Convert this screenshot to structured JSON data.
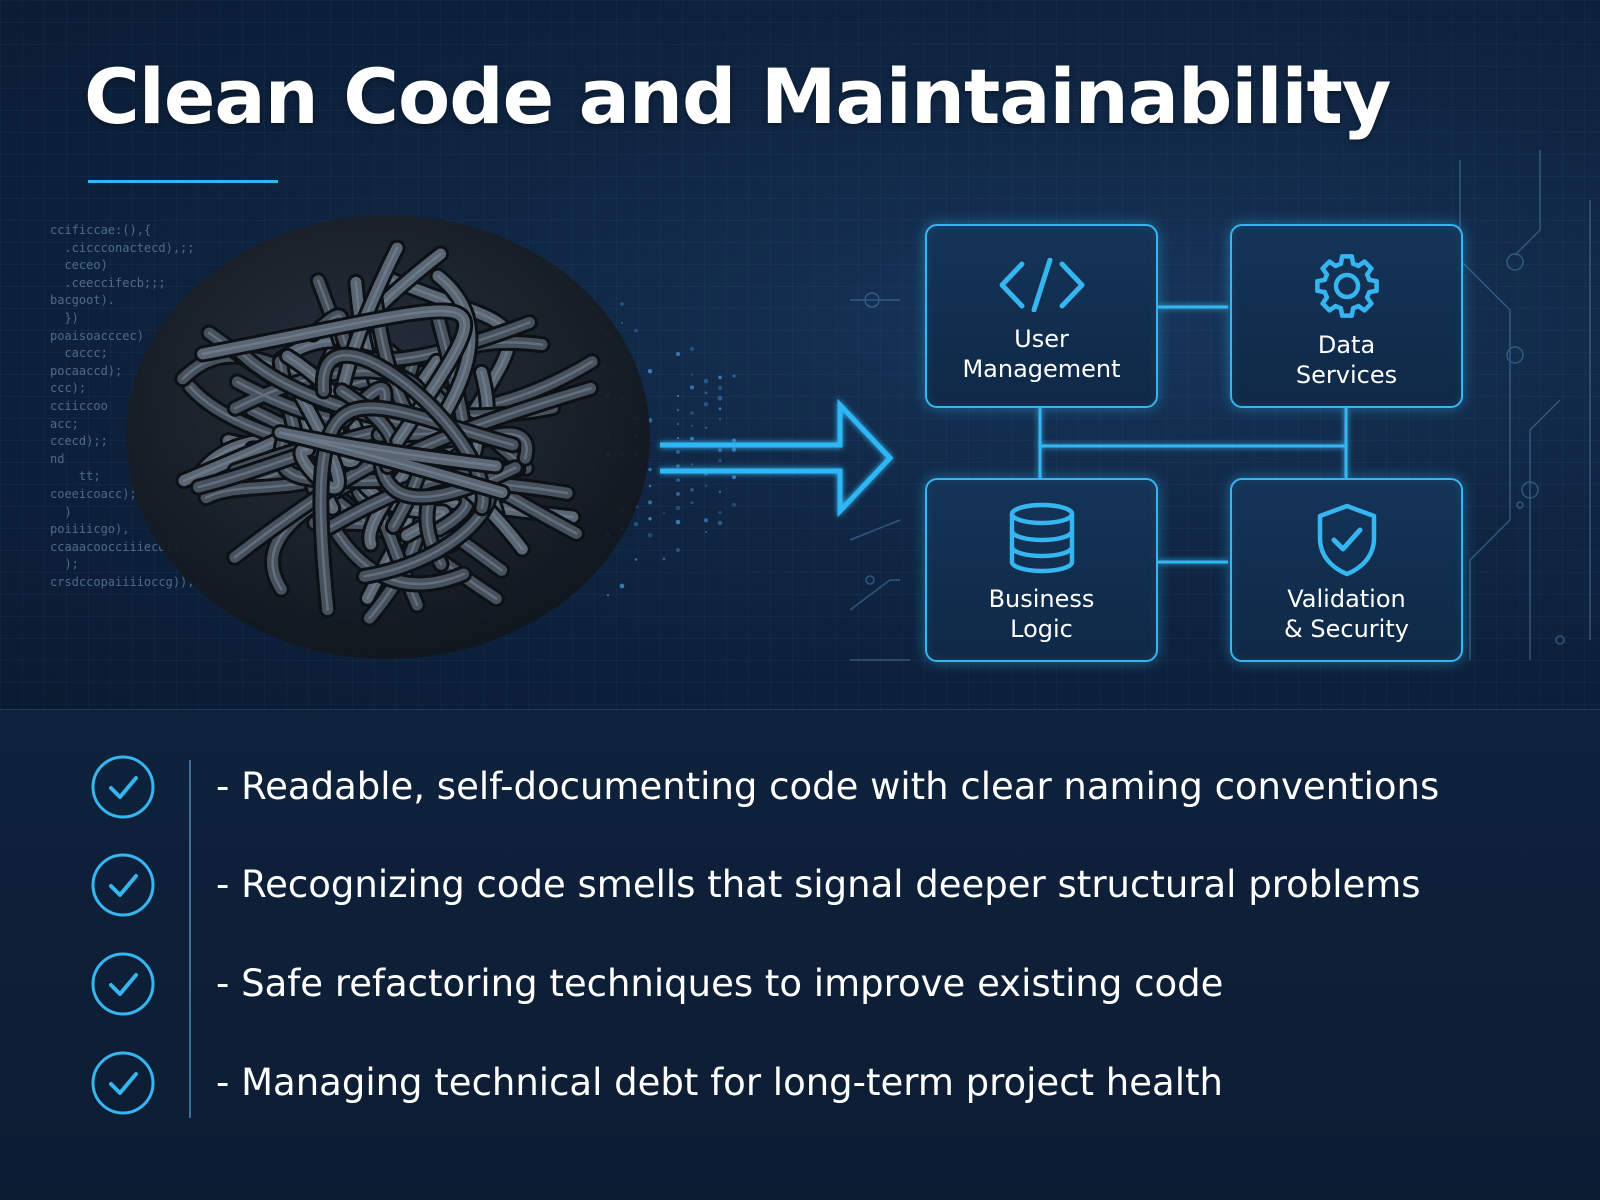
{
  "title": "Clean Code and Maintainability",
  "code_snippet": "ccificcae:(),{\n  .ciccconactecd),;;\n  ceceo)\n  .ceeccifecb;;;\nbacgoot).\n  })\npoaisoacccec)\n  caccc;\npocaaccd);\nccc);\ncciiccoo\nacc;\nccecd);;\nnd\n    tt;\ncoeeicoacc);\n  )\npoiiiicgo),\nccaaacoocciiiecd);\n  );\ncrsdccopaiiiioccg));;",
  "tangle": {
    "icon": "tangled-cable-illustration"
  },
  "modules": [
    {
      "label": "User\nManagement",
      "icon": "code-brackets-icon"
    },
    {
      "label": "Data\nServices",
      "icon": "gear-icon"
    },
    {
      "label": "Business\nLogic",
      "icon": "database-icon"
    },
    {
      "label": "Validation\n& Security",
      "icon": "shield-check-icon"
    }
  ],
  "bullets": [
    "- Readable, self-documenting code with clear naming conventions",
    "- Recognizing code smells that signal deeper structural problems",
    "- Safe refactoring techniques to improve existing code",
    "- Managing technical debt for long-term project health"
  ],
  "colors": {
    "background": "#0d1e36",
    "accent": "#36b6f0",
    "box_fill": "#143458",
    "text": "#ffffff",
    "cable": "#4a5663"
  }
}
